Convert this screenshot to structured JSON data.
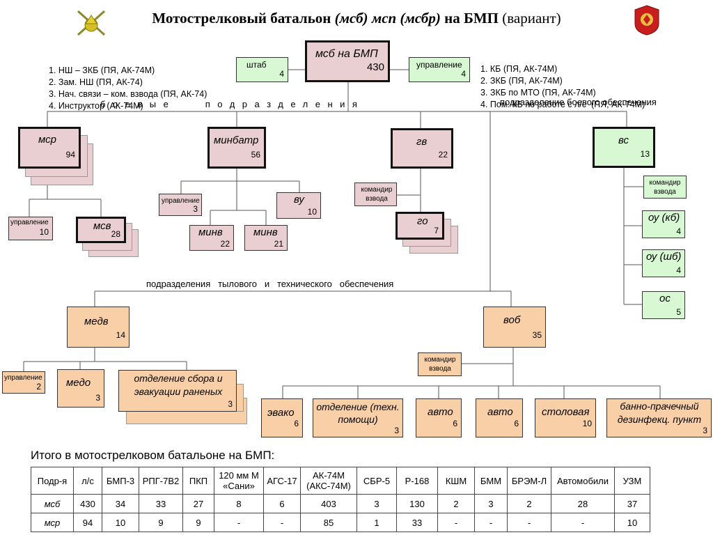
{
  "title": {
    "prefix": "Мотострелковый батальон",
    "paren1": "(мсб)",
    "mid": "мсп",
    "paren2": "(мсбр)",
    "suffix": "на БМП",
    "variant": "(вариант)"
  },
  "hq_staff": [
    "1. НШ – ЗКБ (ПЯ, АК-74М)",
    "2. Зам. НШ (ПЯ, АК-74)",
    "3. Нач. связи – ком. взвода (ПЯ, АК-74)",
    "4. Инструктор (АК-74М)"
  ],
  "cmd_staff": [
    "1. КБ (ПЯ, АК-74М)",
    "2. ЗКБ (ПЯ, АК-74М)",
    "3. ЗКБ по МТО (ПЯ, АК-74М)",
    "4. Пом. КБ по работе с л/с  (ПЯ, АК-74М)"
  ],
  "root": {
    "name": "мсб на БМП",
    "count": "430"
  },
  "shtab": {
    "name": "штаб",
    "count": "4"
  },
  "upravlenie_top": {
    "name": "управление",
    "count": "4"
  },
  "labels": {
    "combat": "боевые   подразделения",
    "combat_support": "подразделение боевого обеспечения",
    "logistics": "подразделения   тылового   и   технического   обеспечения"
  },
  "msr": {
    "name": "мср",
    "count": "94"
  },
  "msr_upr": {
    "name": "управление",
    "count": "10"
  },
  "msv": {
    "name": "мсв",
    "count": "28"
  },
  "minbatr": {
    "name": "минбатр",
    "count": "56"
  },
  "minbatr_upr": {
    "name": "управление",
    "count": "3"
  },
  "vu": {
    "name": "ву",
    "count": "10"
  },
  "minv1": {
    "name": "минв",
    "count": "22"
  },
  "minv2": {
    "name": "минв",
    "count": "21"
  },
  "gv": {
    "name": "гв",
    "count": "22"
  },
  "gv_cmd": {
    "name": "командир взвода"
  },
  "go": {
    "name": "го",
    "count": "7"
  },
  "vs": {
    "name": "вс",
    "count": "13"
  },
  "vs_cmd": {
    "name": "командир взвода"
  },
  "ou_kb": {
    "name": "оу (кб)",
    "count": "4"
  },
  "ou_shb": {
    "name": "оу (шб)",
    "count": "4"
  },
  "os": {
    "name": "ос",
    "count": "5"
  },
  "medv": {
    "name": "медв",
    "count": "14"
  },
  "medv_upr": {
    "name": "управление",
    "count": "2"
  },
  "medo": {
    "name": "медо",
    "count": "3"
  },
  "evac": {
    "name": "отделение сбора и эвакуации раненых",
    "count": "3"
  },
  "vob": {
    "name": "воб",
    "count": "35"
  },
  "vob_cmd": {
    "name": "командир взвода"
  },
  "evako": {
    "name": "эвако",
    "count": "6"
  },
  "tech": {
    "name": "отделение (техн. помощи)",
    "count": "3"
  },
  "avto1": {
    "name": "авто",
    "count": "6"
  },
  "avto2": {
    "name": "авто",
    "count": "6"
  },
  "stolovaya": {
    "name": "столовая",
    "count": "10"
  },
  "bpdp": {
    "name": "банно-прачечный дезинфекц. пункт",
    "count": "3"
  },
  "summary": {
    "caption": "Итого в мотострелковом батальоне на БМП:",
    "headers": [
      "Подр-я",
      "л/с",
      "БМП-3",
      "РПГ-7В2",
      "ПКП",
      "120 мм М «Сани»",
      "АГС-17",
      "АК-74М (АКС-74М)",
      "СБР-5",
      "Р-168",
      "КШМ",
      "БММ",
      "БРЭМ-Л",
      "Автомобили",
      "УЗМ"
    ],
    "rows": [
      [
        "мсб",
        "430",
        "34",
        "33",
        "27",
        "8",
        "6",
        "403",
        "3",
        "130",
        "2",
        "3",
        "2",
        "28",
        "37"
      ],
      [
        "мср",
        "94",
        "10",
        "9",
        "9",
        "-",
        "-",
        "85",
        "1",
        "33",
        "-",
        "-",
        "-",
        "-",
        "10"
      ]
    ]
  },
  "colors": {
    "pink": "#e9cfd1",
    "salmon": "#f9cfa8",
    "green": "#d8f7d3"
  }
}
